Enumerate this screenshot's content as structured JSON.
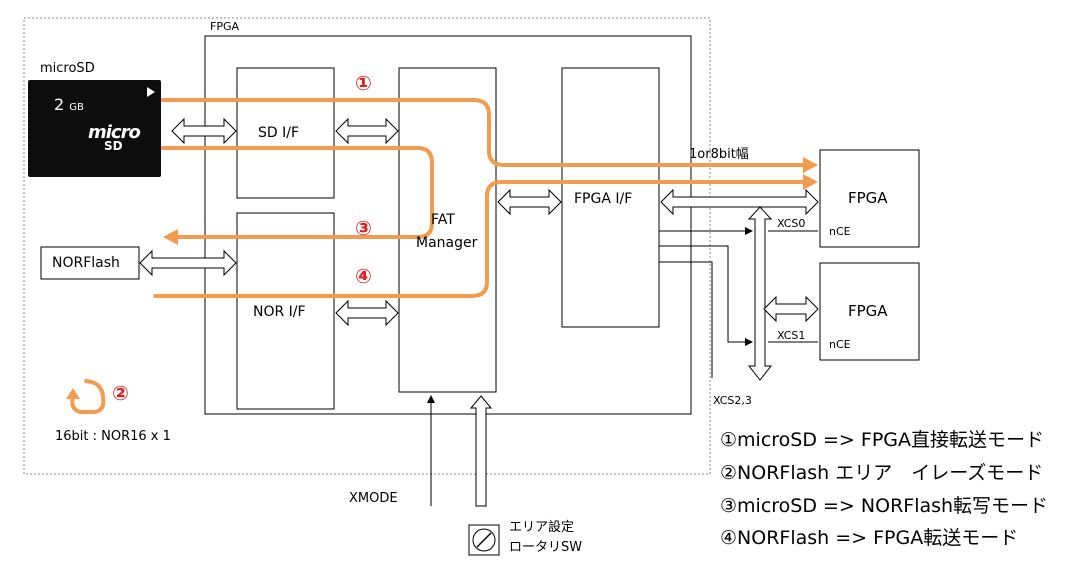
{
  "labels": {
    "fpga_outer": "FPGA",
    "microsd": "microSD",
    "sd_capacity": "2",
    "sd_capacity_unit": "GB",
    "sd_logo": "micro",
    "sd_logo_sub": "SD",
    "sd_if": "SD I/F",
    "nor_if": "NOR I/F",
    "fat_line1": "FAT",
    "fat_line2": "Manager",
    "fpga_if": "FPGA I/F",
    "norflash": "NORFlash",
    "bus_width": "1or8bit幅",
    "fpga_target_1": "FPGA",
    "fpga_target_2": "FPGA",
    "nce_1": "nCE",
    "nce_2": "nCE",
    "xcs0": "XCS0",
    "xcs1": "XCS1",
    "xcs23": "XCS2,3",
    "xmode": "XMODE",
    "rotary_line1": "エリア設定",
    "rotary_line2": "ロータリSW",
    "nor_config": "16bit : NOR16 x 1",
    "marker_1": "①",
    "marker_2": "②",
    "marker_3": "③",
    "marker_4": "④"
  },
  "legend": [
    "①microSD => FPGA直接転送モード",
    "②NORFlash エリア　イレーズモード",
    "③microSD => NORFlash転写モード",
    "④NORFlash => FPGA転送モード"
  ],
  "colors": {
    "flow": "#f39c50",
    "marker": "#e02020",
    "line": "#000000",
    "dotted": "#888888"
  }
}
